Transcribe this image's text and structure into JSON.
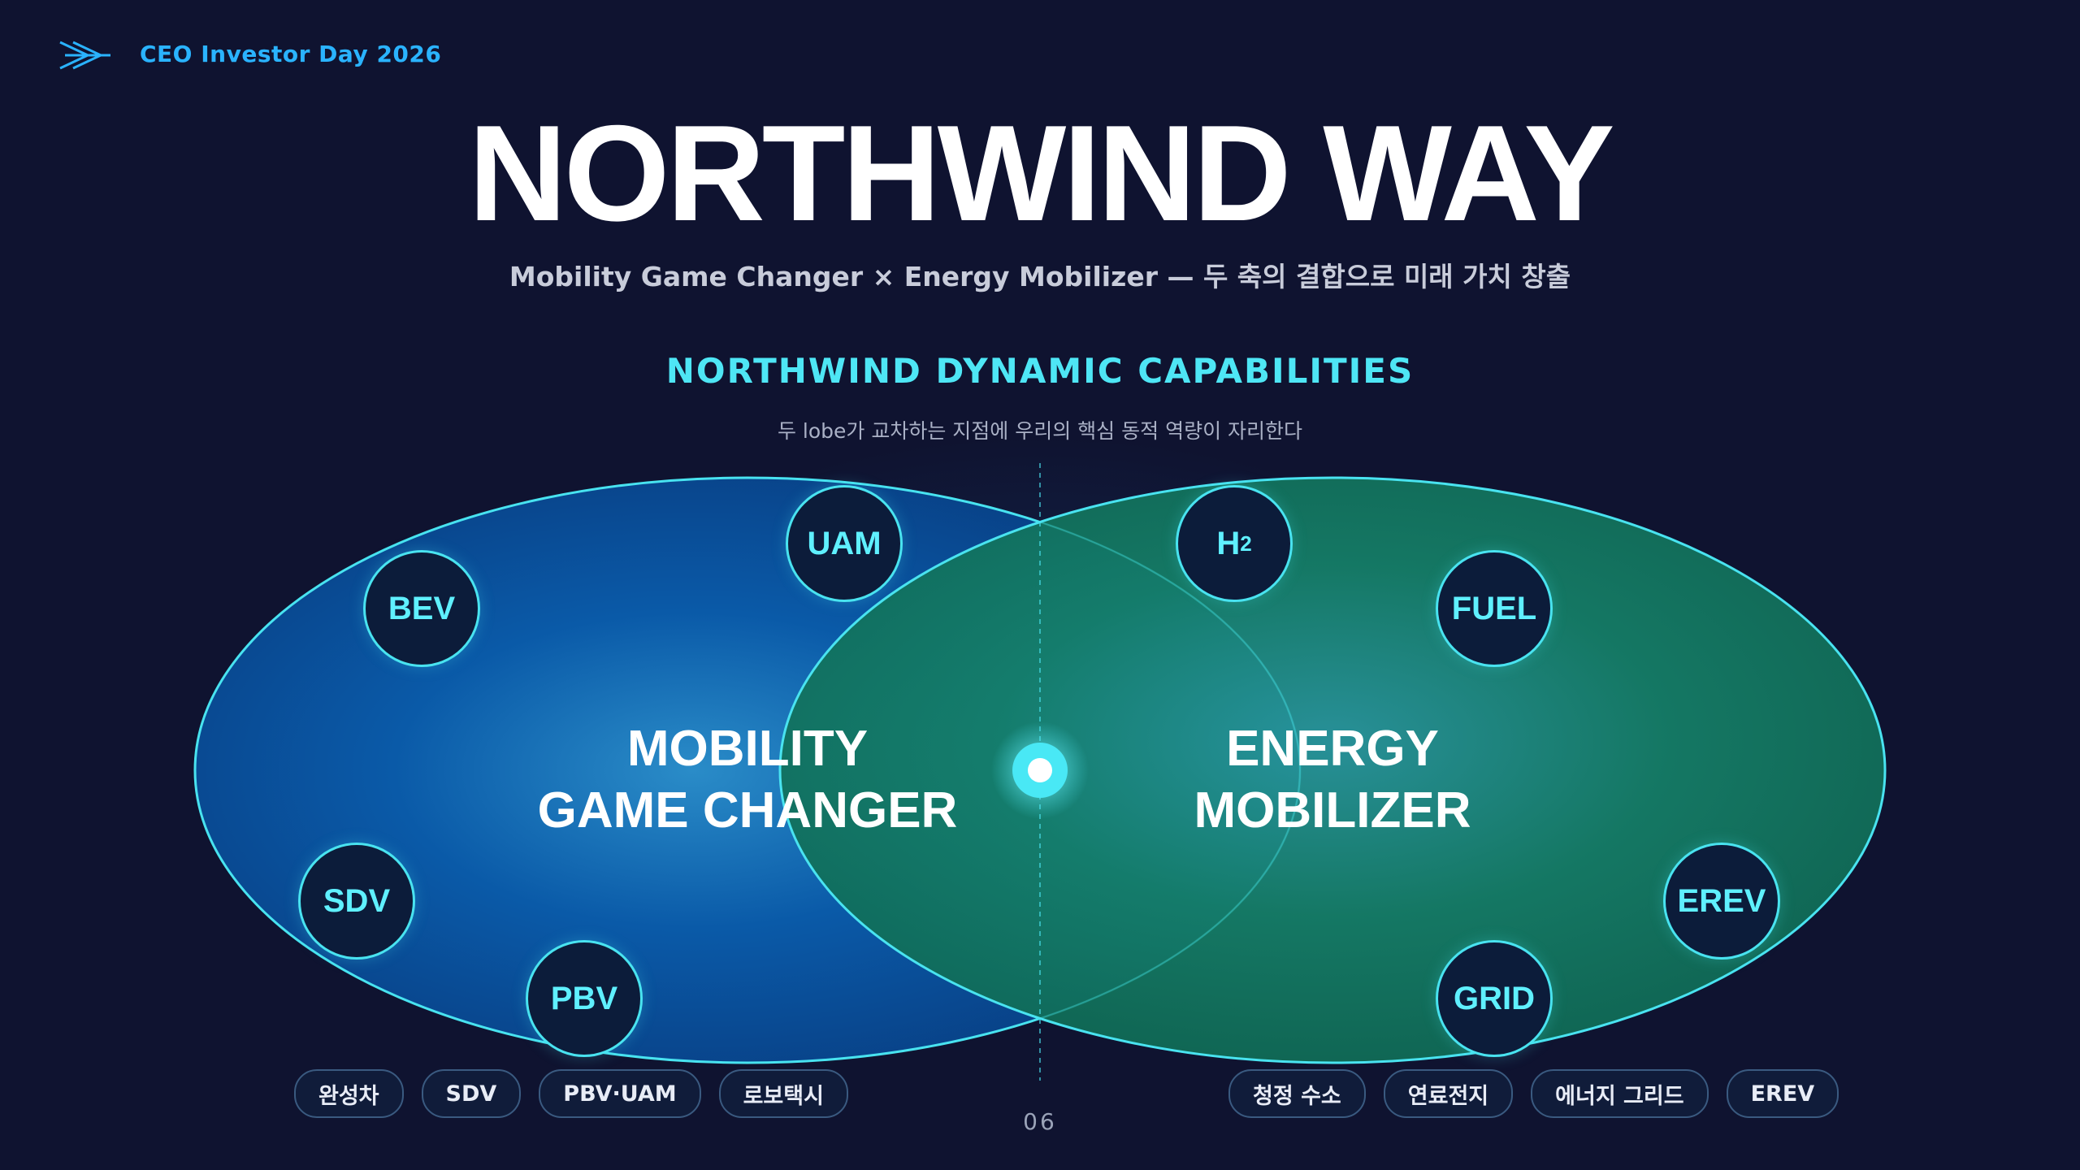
{
  "header": {
    "event_title": "CEO Investor Day 2026",
    "logo_icon": "chevron-arrows-icon"
  },
  "hero": {
    "title": "NORTHWIND WAY",
    "subtitle": "Mobility Game Changer × Energy Mobilizer — 두 축의 결합으로 미래 가치 창출"
  },
  "section": {
    "title": "NORTHWIND DYNAMIC CAPABILITIES",
    "caption": "두 lobe가 교차하는 지점에 우리의 핵심 동적 역량이 자리한다"
  },
  "diagram": {
    "left_lobe": {
      "line1": "MOBILITY",
      "line2": "GAME CHANGER",
      "color": "#0a5aa8",
      "nodes": [
        "BEV",
        "UAM",
        "SDV",
        "PBV"
      ]
    },
    "right_lobe": {
      "line1": "ENERGY",
      "line2": "MOBILIZER",
      "color": "#147a63",
      "nodes": [
        "H",
        "FUEL",
        "EREV",
        "GRID"
      ],
      "h2_subscript": "2"
    },
    "outline_color": "#49e3f0"
  },
  "chips": {
    "left": [
      "완성차",
      "SDV",
      "PBV·UAM",
      "로보택시"
    ],
    "right": [
      "청정 수소",
      "연료전지",
      "에너지 그리드",
      "EREV"
    ]
  },
  "footer": {
    "page_number": "06"
  }
}
